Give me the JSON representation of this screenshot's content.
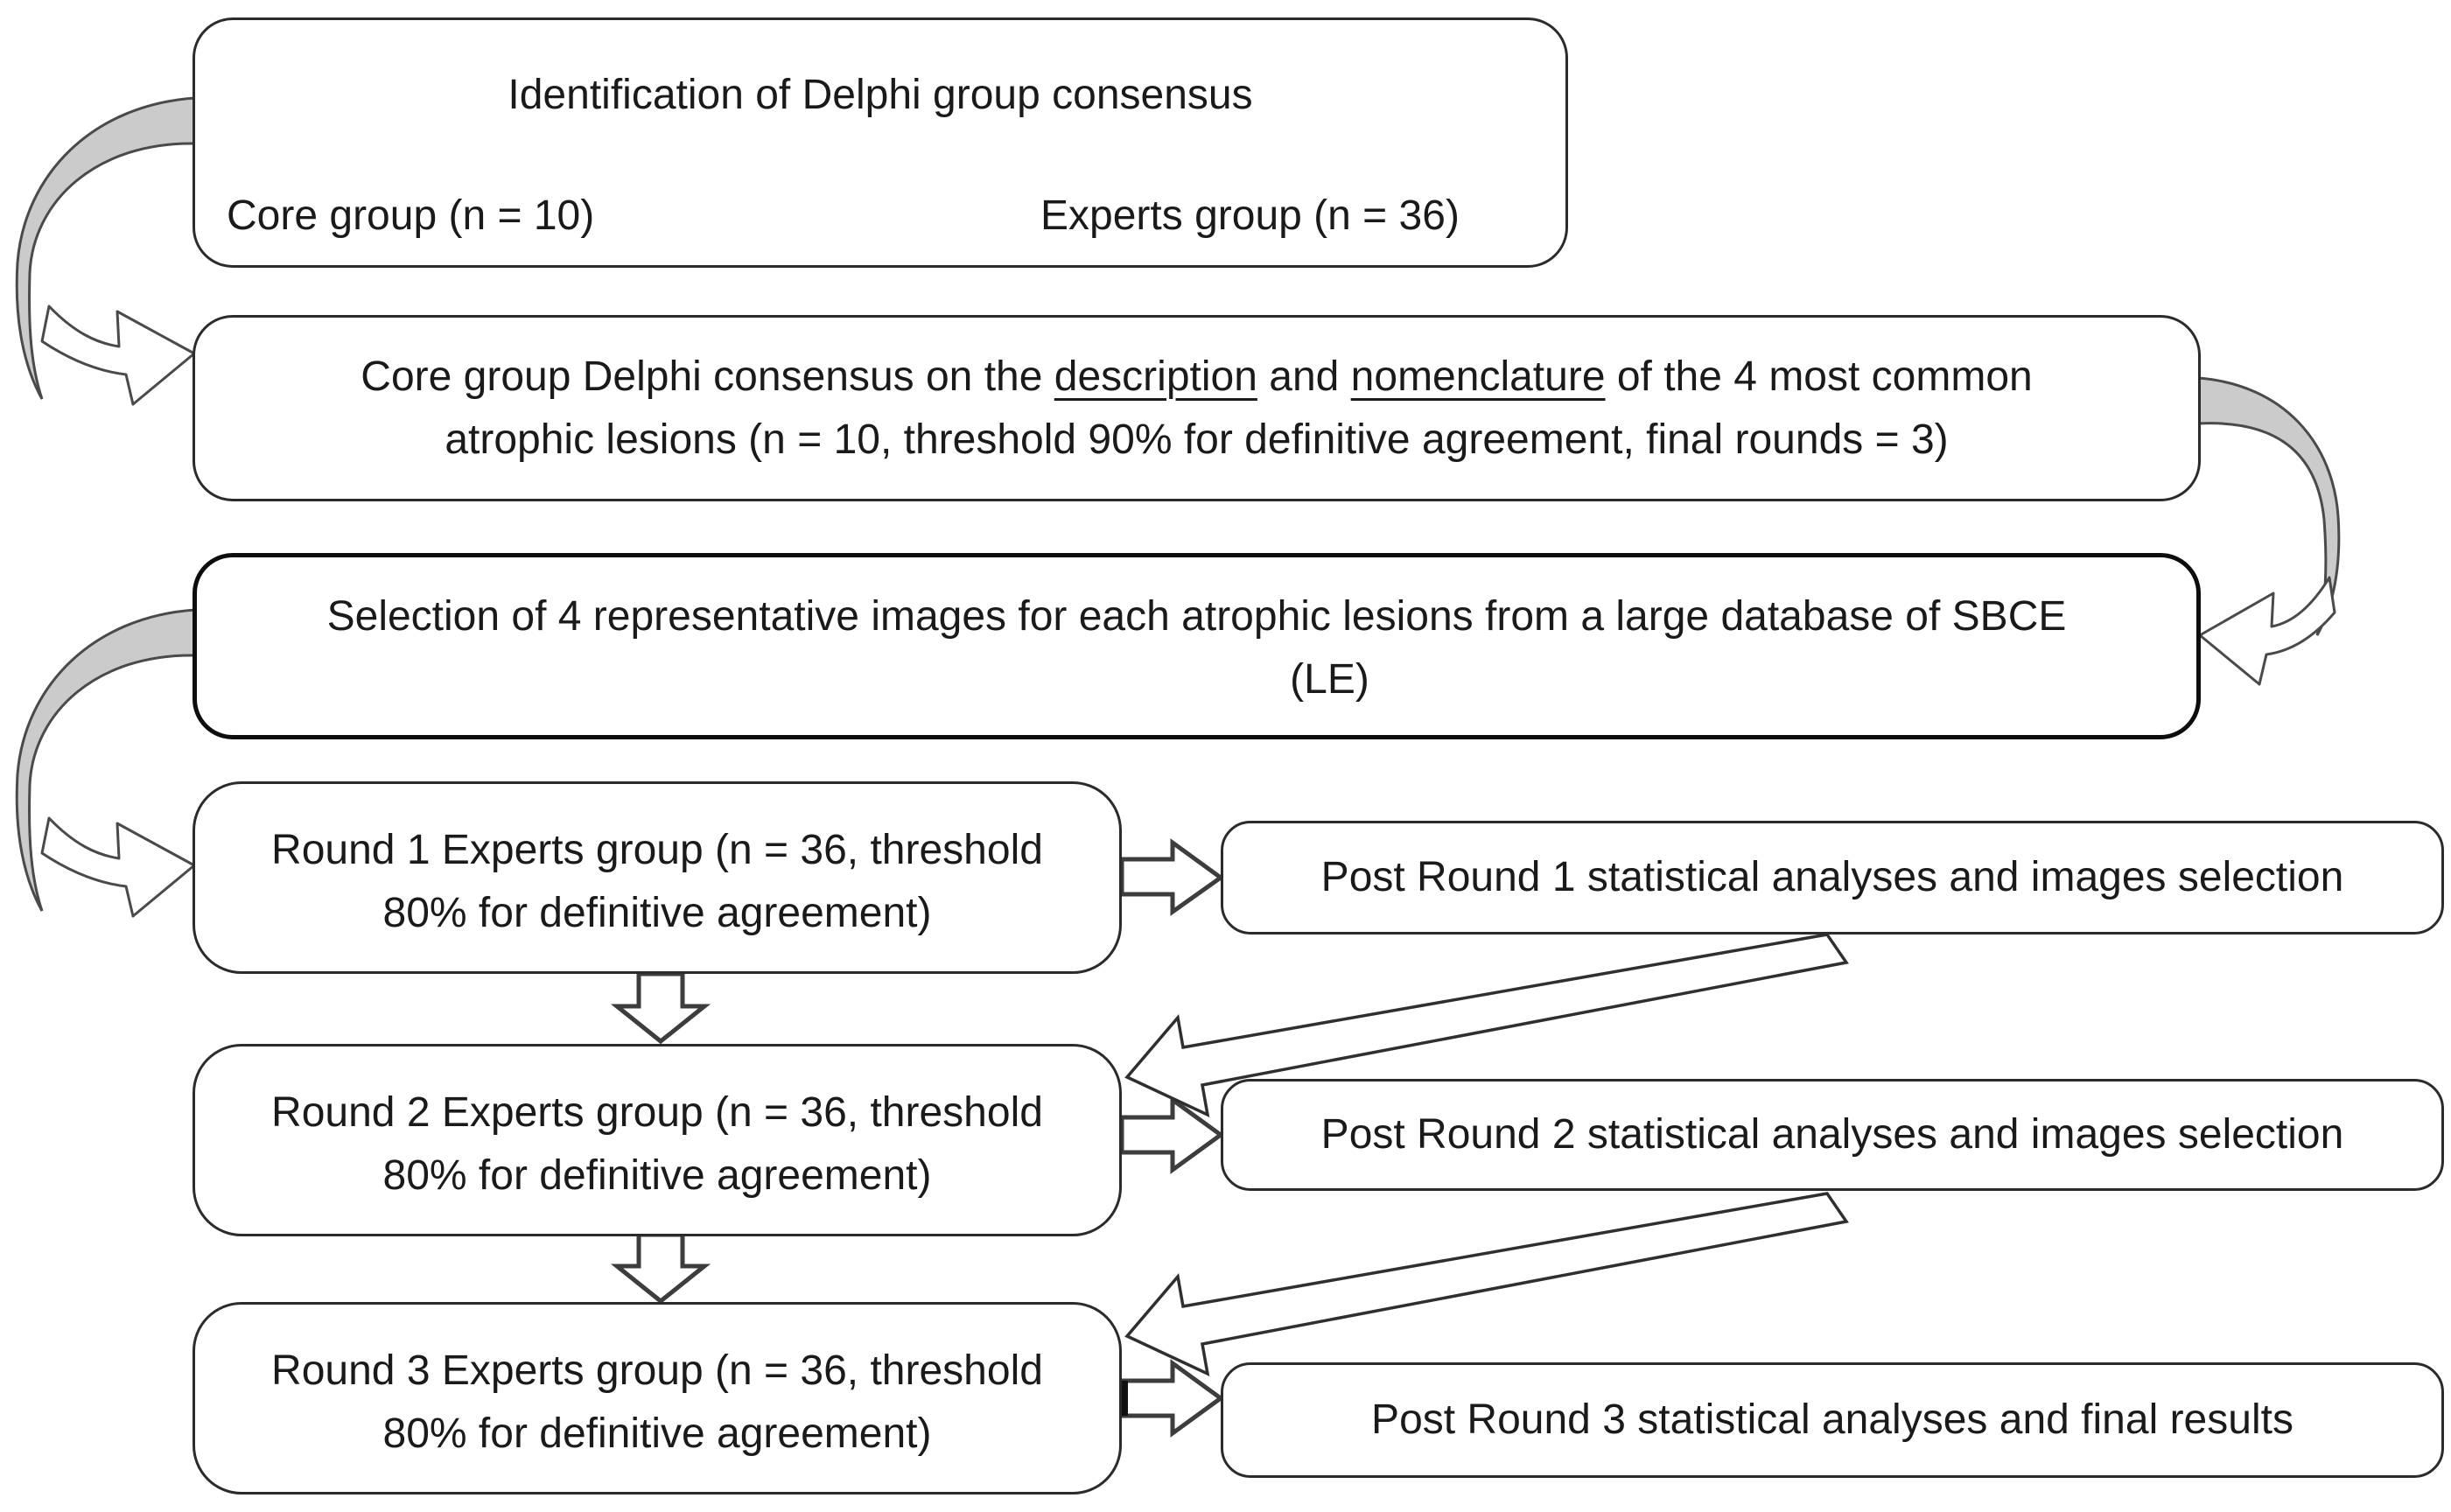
{
  "colors": {
    "background": "#ffffff",
    "box_border": "#2b2b2b",
    "selection_box_border": "#0d0d0d",
    "text": "#1a1a1a",
    "curved_arrow_fill": "#cbcbcb",
    "arrow_outline": "#3d3d3d",
    "arrow_fill": "#ffffff"
  },
  "boxes": {
    "identification": {
      "title": "Identification of Delphi group consensus",
      "core_label": "Core group (n = 10)",
      "experts_label": "Experts group (n = 36)"
    },
    "core_consensus": {
      "line1_pre": "Core group Delphi consensus on the ",
      "underline1": "description",
      "line1_mid": " and ",
      "underline2": "nomenclature",
      "line1_post": " of the 4 most common",
      "line2": "atrophic lesions  (n = 10, threshold 90% for definitive agreement, final rounds = 3)"
    },
    "selection": {
      "line1": "Selection of 4 representative images for each atrophic lesions from a large database of SBCE",
      "line2": "(LE)"
    },
    "round1": {
      "line1": "Round 1 Experts group (n = 36, threshold",
      "line2": "80% for definitive agreement)"
    },
    "post1": {
      "label": "Post Round 1 statistical analyses and images selection"
    },
    "round2": {
      "line1": "Round 2 Experts group (n = 36, threshold",
      "line2": "80% for definitive agreement)"
    },
    "post2": {
      "label": "Post Round 2 statistical analyses and images selection"
    },
    "round3": {
      "line1": "Round 3 Experts group (n = 36, threshold",
      "line2": "80% for definitive agreement)"
    },
    "post3": {
      "label": "Post Round 3 statistical analyses and final results"
    }
  }
}
